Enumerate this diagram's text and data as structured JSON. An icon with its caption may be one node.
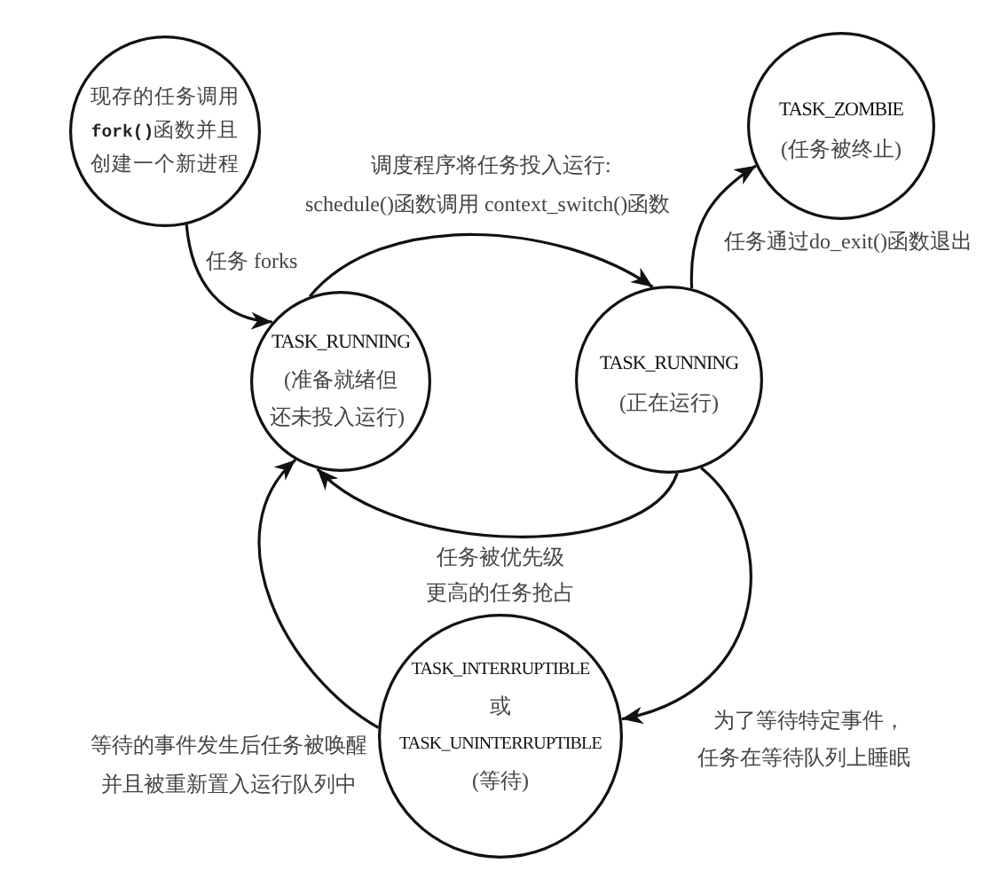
{
  "diagram": {
    "nodes": [
      {
        "text": [
          "现存的任务调用**fork()**函数并且创建一个新进程"
        ]
      },
      {
        "text": [
          "TASK_ZOMBIE",
          "(任务被终止)"
        ]
      },
      {
        "text": [
          "TASK_RUNNING",
          "(准备就绪但还未投入运行)"
        ]
      },
      {
        "text": [
          "TASK_RUNNING",
          "(正在运行)"
        ]
      },
      {
        "text": [
          "TASK_INTERRUPTIBLE",
          "或",
          "TASK_UNINTERRUPTIBLE",
          "(等待)"
        ]
      }
    ],
    "edges": [
      {
        "from": 0,
        "to": 2,
        "arrow": "to",
        "label": "任务 forks"
      },
      {
        "from": 2,
        "to": 3,
        "arrow": "to",
        "label": "调度程序将任务投入运行: schedule()函数调用 context_switch()函数"
      },
      {
        "from": 3,
        "to": 1,
        "arrow": "to",
        "label": "任务通过do_exit()函数退出"
      },
      {
        "from": 3,
        "to": 2,
        "arrow": "to",
        "label": "任务被优先级更高的任务抢占"
      },
      {
        "from": 3,
        "to": 4,
        "arrow": "to",
        "label": "为了等待特定事件，任务在等待队列上睡眠"
      },
      {
        "from": 4,
        "to": 2,
        "arrow": "to",
        "label": "等待的事件发生后任务被唤醒并且被重新置入运行队列中"
      }
    ]
  }
}
